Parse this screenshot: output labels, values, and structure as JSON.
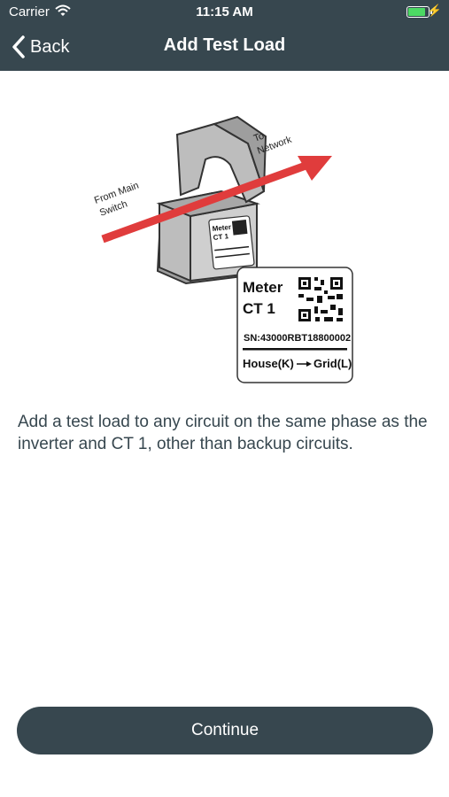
{
  "status_bar": {
    "carrier": "Carrier",
    "time": "11:15 AM",
    "battery_level": 0.8
  },
  "nav": {
    "back_label": "Back",
    "title": "Add Test Load"
  },
  "illustration": {
    "to_label_1": "To",
    "to_label_2": "Network",
    "from_label_1": "From Main",
    "from_label_2": "Switch",
    "small_tag_line1": "Meter",
    "small_tag_line2": "CT 1",
    "tag_line1": "Meter",
    "tag_line2": "CT 1",
    "serial": "SN:43000RBT18800002",
    "direction_from": "House(K)",
    "direction_to": "Grid(L)",
    "arrow_color": "#e03c3c"
  },
  "body_text": "Add a test load to any circuit on the same phase as the inverter and CT 1, other than backup circuits.",
  "continue_label": "Continue",
  "colors": {
    "header_bg": "#37474f",
    "text": "#37474f",
    "button_bg": "#37474f"
  }
}
